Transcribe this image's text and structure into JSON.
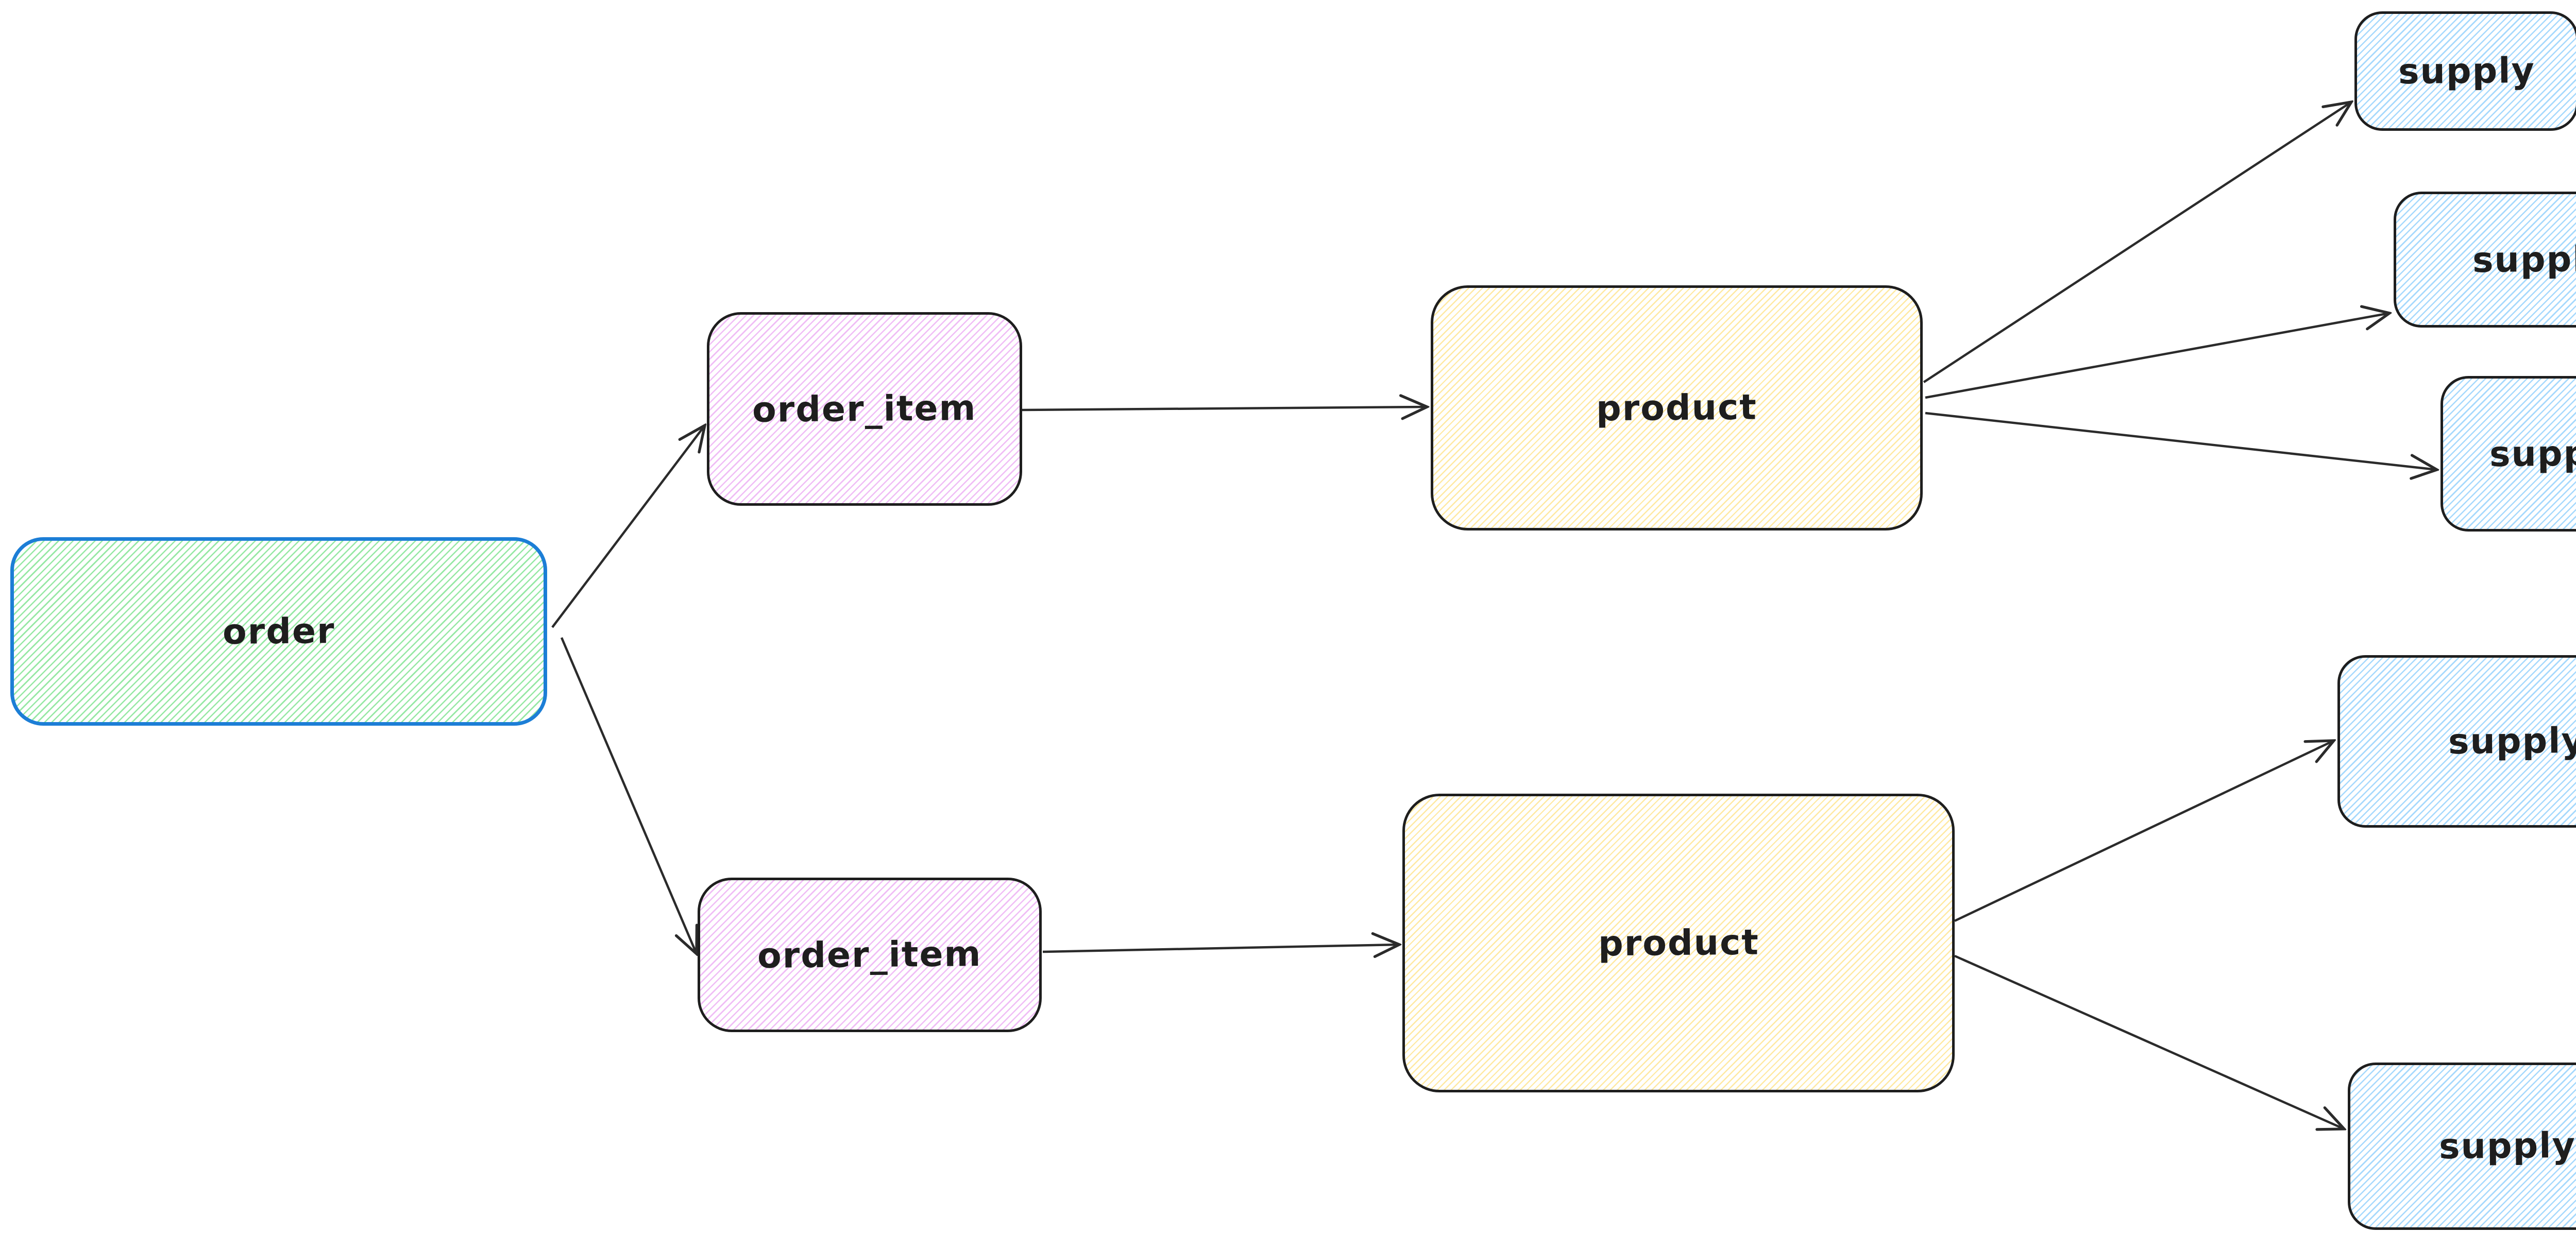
{
  "diagram": {
    "background_color": "#ffffff",
    "style": "hand-drawn-whiteboard",
    "text_color": "#1e1e1e",
    "arrow_color": "#2b2b2b",
    "nodes": [
      {
        "id": "order",
        "label": "order",
        "shape": "rounded-rectangle",
        "border_color": "#1c7ed6",
        "hachure_color": "#96e8a4"
      },
      {
        "id": "order_item_1",
        "label": "order_item",
        "shape": "rounded-rectangle",
        "border_color": "#1e1e1e",
        "hachure_color": "#f0bdf6"
      },
      {
        "id": "order_item_2",
        "label": "order_item",
        "shape": "rounded-rectangle",
        "border_color": "#1e1e1e",
        "hachure_color": "#f0bdf6"
      },
      {
        "id": "product_1",
        "label": "product",
        "shape": "rounded-rectangle",
        "border_color": "#1e1e1e",
        "hachure_color": "#ffe9a2"
      },
      {
        "id": "product_2",
        "label": "product",
        "shape": "rounded-rectangle",
        "border_color": "#1e1e1e",
        "hachure_color": "#ffe9a2"
      },
      {
        "id": "supply_1",
        "label": "supply",
        "shape": "rounded-rectangle",
        "border_color": "#1e1e1e",
        "hachure_color": "#a6d9fd"
      },
      {
        "id": "supply_2",
        "label": "supply",
        "shape": "rounded-rectangle",
        "border_color": "#1e1e1e",
        "hachure_color": "#a6d9fd"
      },
      {
        "id": "supply_3",
        "label": "supply",
        "shape": "rounded-rectangle",
        "border_color": "#1e1e1e",
        "hachure_color": "#a6d9fd"
      },
      {
        "id": "supply_4",
        "label": "supply",
        "shape": "rounded-rectangle",
        "border_color": "#1e1e1e",
        "hachure_color": "#a6d9fd"
      },
      {
        "id": "supply_5",
        "label": "supply",
        "shape": "rounded-rectangle",
        "border_color": "#1e1e1e",
        "hachure_color": "#a6d9fd"
      }
    ],
    "edges": [
      {
        "from": "order",
        "to": "order_item_1",
        "type": "arrow"
      },
      {
        "from": "order",
        "to": "order_item_2",
        "type": "arrow"
      },
      {
        "from": "order_item_1",
        "to": "product_1",
        "type": "arrow"
      },
      {
        "from": "order_item_2",
        "to": "product_2",
        "type": "arrow"
      },
      {
        "from": "product_1",
        "to": "supply_1",
        "type": "arrow"
      },
      {
        "from": "product_1",
        "to": "supply_2",
        "type": "arrow"
      },
      {
        "from": "product_1",
        "to": "supply_3",
        "type": "arrow"
      },
      {
        "from": "product_2",
        "to": "supply_4",
        "type": "arrow"
      },
      {
        "from": "product_2",
        "to": "supply_5",
        "type": "arrow"
      }
    ]
  }
}
